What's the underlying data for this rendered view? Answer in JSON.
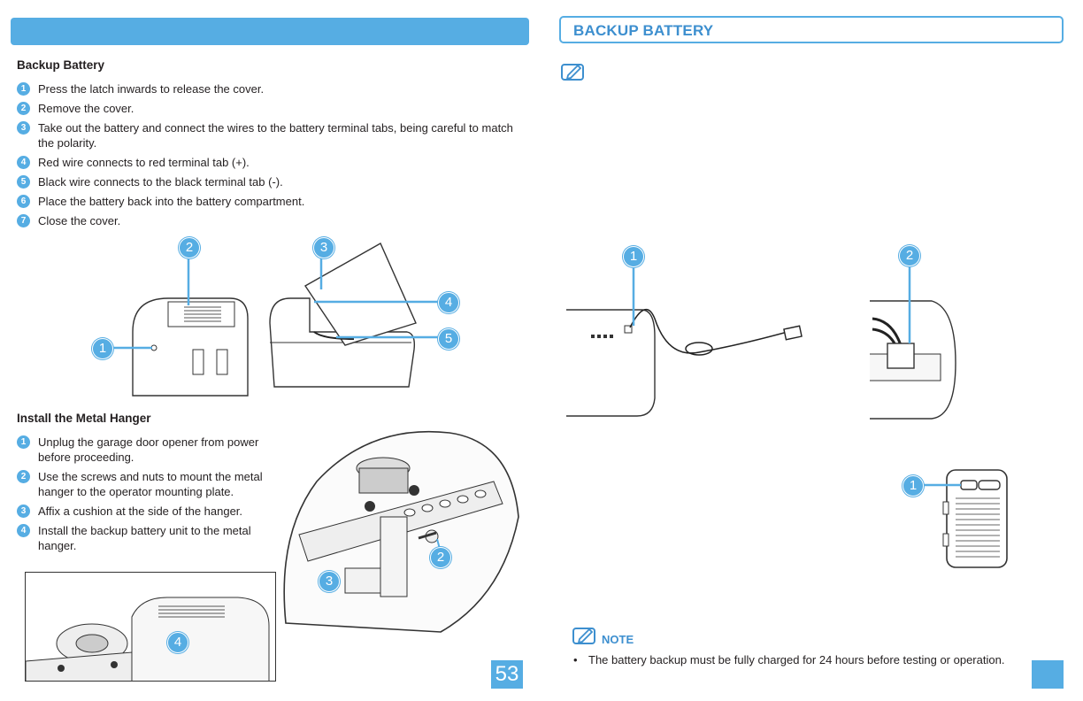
{
  "header": {
    "right_title": "BACKUP BATTERY"
  },
  "backup_battery": {
    "heading": "Backup Battery",
    "steps": [
      {
        "num": "1",
        "text": "Press the latch inwards to release the cover."
      },
      {
        "num": "2",
        "text": "Remove the cover."
      },
      {
        "num": "3",
        "text": "Take out the battery and connect the wires to the battery terminal tabs, being careful to match the polarity."
      },
      {
        "num": "4",
        "text": "Red wire connects to red terminal tab (+)."
      },
      {
        "num": "5",
        "text": "Black wire connects to the black terminal tab (-)."
      },
      {
        "num": "6",
        "text": "Place the battery back into the battery compartment."
      },
      {
        "num": "7",
        "text": "Close the cover."
      }
    ]
  },
  "hanger": {
    "heading": "Install the Metal Hanger",
    "steps": [
      {
        "num": "1",
        "text": "Unplug the garage door opener from power before proceeding."
      },
      {
        "num": "2",
        "text": "Use the screws and nuts to mount the metal hanger to the operator mounting plate."
      },
      {
        "num": "3",
        "text": "Affix a cushion at the side of the hanger."
      },
      {
        "num": "4",
        "text": "Install the backup battery unit to the metal hanger."
      }
    ]
  },
  "callouts": {
    "c1": "1",
    "c2": "2",
    "c3": "3",
    "c4": "4",
    "c5": "5"
  },
  "note": {
    "label": "NOTE",
    "text": "The battery backup must be fully charged for 24 hours before testing or operation."
  },
  "page": {
    "number": "53"
  },
  "colors": {
    "accent": "#56ade3",
    "accent_dark": "#3d8fcf"
  }
}
